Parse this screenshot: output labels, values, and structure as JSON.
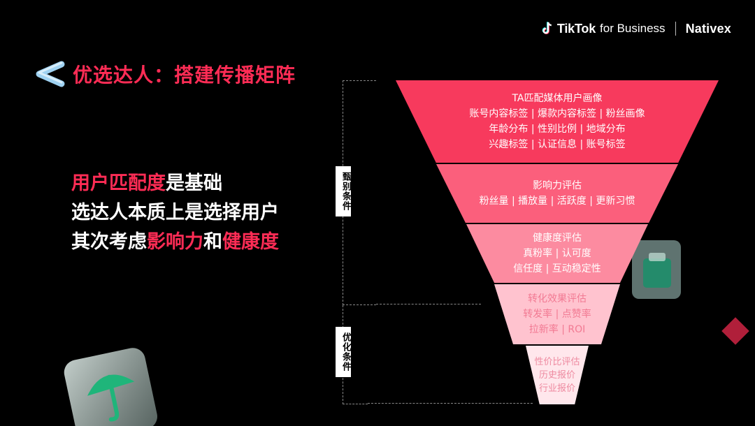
{
  "brand": {
    "tiktok": "TikTok",
    "for_business": "for Business",
    "partner": "Nativex"
  },
  "title": {
    "text": "优选达人：搭建传播矩阵"
  },
  "body": {
    "line1_highlight": "用户匹配度",
    "line1_rest": "是基础",
    "line2": "选达人本质上是选择用户",
    "line3_prefix": "其次考虑",
    "line3_hl1": "影响力",
    "line3_mid": "和",
    "line3_hl2": "健康度"
  },
  "labels": {
    "screening": "甄别条件",
    "optimization": "优化条件"
  },
  "funnel": [
    {
      "lines": [
        "TA匹配媒体用户画像",
        "账号内容标签 | 爆款内容标签 | 粉丝画像",
        "年龄分布 | 性别比例 | 地域分布",
        "兴趣标签 | 认证信息 | 账号标签"
      ],
      "color": "#f73a5d",
      "text_color": "#ffffff"
    },
    {
      "lines": [
        "影响力评估",
        "粉丝量 | 播放量 | 活跃度 | 更新习惯"
      ],
      "color": "#fb5f7c",
      "text_color": "#ffffff"
    },
    {
      "lines": [
        "健康度评估",
        "真粉率 | 认可度",
        "信任度 | 互动稳定性"
      ],
      "color": "#fc8ba0",
      "text_color": "#ffffff"
    },
    {
      "lines": [
        "转化效果评估",
        "转发率 | 点赞率",
        "拉新率 | ROI"
      ],
      "color": "#ffc3cf",
      "text_color": "#f27a93"
    },
    {
      "lines": [
        "性价比评估",
        "历史报价",
        "行业报价"
      ],
      "color": "#ffe7ec",
      "text_color": "#ee8aa0"
    }
  ],
  "colors": {
    "accent": "#fe2c55",
    "chevron": "#9fd2f2",
    "green": "#1fb57a",
    "diamond": "#b01f3a"
  }
}
